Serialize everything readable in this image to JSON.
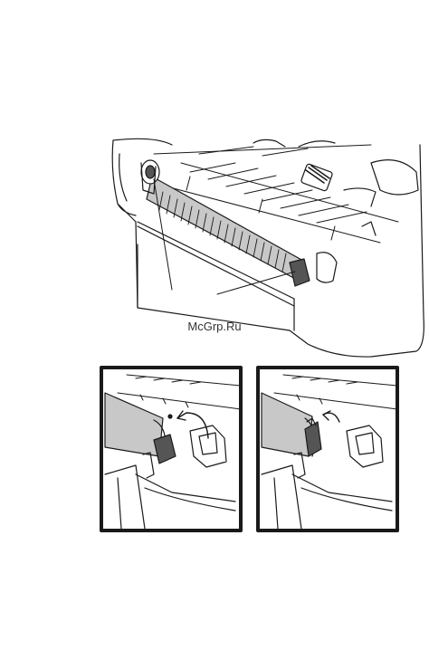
{
  "watermark": {
    "text": "McGrp.Ru"
  },
  "figures": {
    "main": {
      "icon": "printer-roller-illustration"
    },
    "inset_left": {
      "icon": "roller-bearing-closed-illustration"
    },
    "inset_right": {
      "icon": "roller-bearing-open-illustration"
    }
  },
  "colors": {
    "line": "#1a1a1a",
    "roller": "#c8c8c8",
    "dark_part": "#555555",
    "background": "#ffffff"
  }
}
